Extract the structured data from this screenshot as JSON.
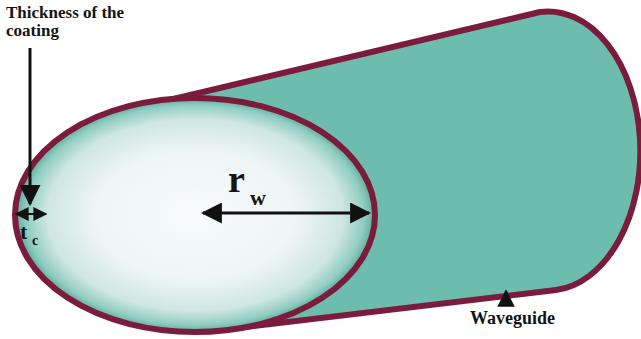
{
  "diagram": {
    "labels": [
      "Thickness of the coating",
      "t",
      "c",
      "r",
      "w",
      "Waveguide"
    ]
  }
}
